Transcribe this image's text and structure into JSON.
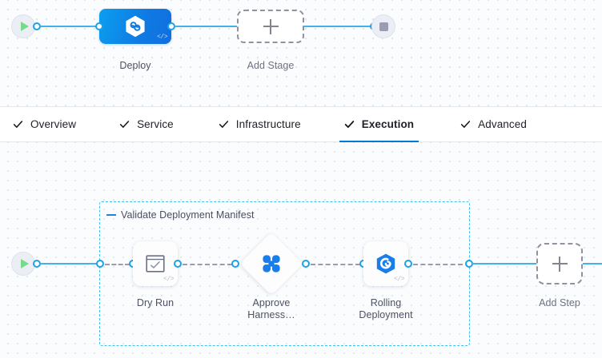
{
  "stage_canvas": {
    "start_node": {
      "name": "pipeline-start",
      "icon": "play-icon"
    },
    "end_node": {
      "name": "pipeline-end",
      "icon": "stop-icon"
    },
    "stages": [
      {
        "label": "Deploy",
        "icon": "harness-logo-icon",
        "badge": "</>",
        "selected": true
      }
    ],
    "add_stage": {
      "label": "Add Stage",
      "icon": "plus-icon"
    }
  },
  "tabs": {
    "items": [
      {
        "label": "Overview",
        "icon": "check-icon",
        "active": false
      },
      {
        "label": "Service",
        "icon": "check-icon",
        "active": false
      },
      {
        "label": "Infrastructure",
        "icon": "check-icon",
        "active": false
      },
      {
        "label": "Execution",
        "icon": "check-icon",
        "active": true
      },
      {
        "label": "Advanced",
        "icon": "check-icon",
        "active": false
      }
    ],
    "active_index": 3,
    "active_underline_color": "#0278d5"
  },
  "execution_canvas": {
    "start_node": {
      "name": "execution-start",
      "icon": "play-icon"
    },
    "step_group": {
      "title": "Validate Deployment Manifest",
      "collapse_icon": "minus-icon",
      "border_color": "#3fc0f0",
      "expanded": true
    },
    "steps": [
      {
        "label": "Dry Run",
        "icon": "checkbox-window-icon",
        "badge": "</>",
        "shape": "card"
      },
      {
        "label": "Approve\nHarness…",
        "icon": "approval-clover-icon",
        "badge": "",
        "shape": "diamond"
      },
      {
        "label": "Rolling\nDeployment",
        "icon": "rolling-deployment-icon",
        "badge": "</>",
        "shape": "card"
      }
    ],
    "add_step": {
      "label": "Add Step",
      "icon": "plus-icon"
    }
  },
  "colors": {
    "accent_blue": "#0278d5",
    "link_blue": "#42b3ea",
    "port_blue": "#1ba1e8",
    "group_border": "#3fc0f0",
    "canvas_bg": "#fafcfe",
    "dash_gray": "#9b9bab"
  }
}
